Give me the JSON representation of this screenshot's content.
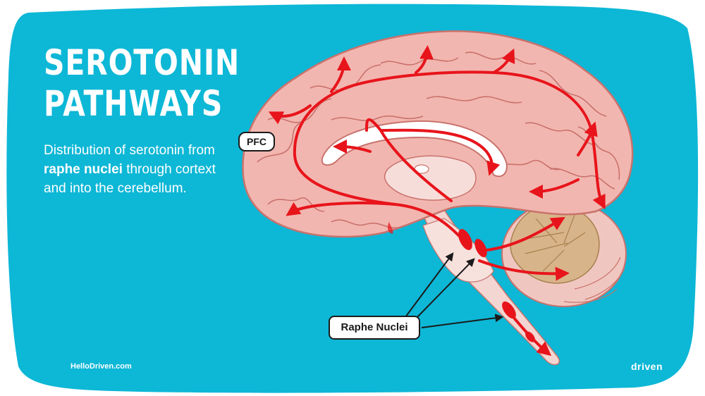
{
  "header": {
    "title_line1": "SEROTONIN",
    "title_line2": "PATHWAYS"
  },
  "description": {
    "before": "Distribution of serotonin from ",
    "emphasis": "raphe nuclei",
    "after": " through cortext and into the cerebellum."
  },
  "labels": {
    "pfc": "PFC",
    "raphe_nuclei": "Raphe Nuclei"
  },
  "footer": {
    "website": "HelloDriven.com",
    "brand": "driven"
  },
  "colors": {
    "background": "#0db7d6",
    "cortex": "#f2b6b0",
    "cortex_fold": "#c9726c",
    "cerebellum": "#d8b48a",
    "pathway_arrow": "#e8141b",
    "label_border": "#1a1a1a"
  }
}
